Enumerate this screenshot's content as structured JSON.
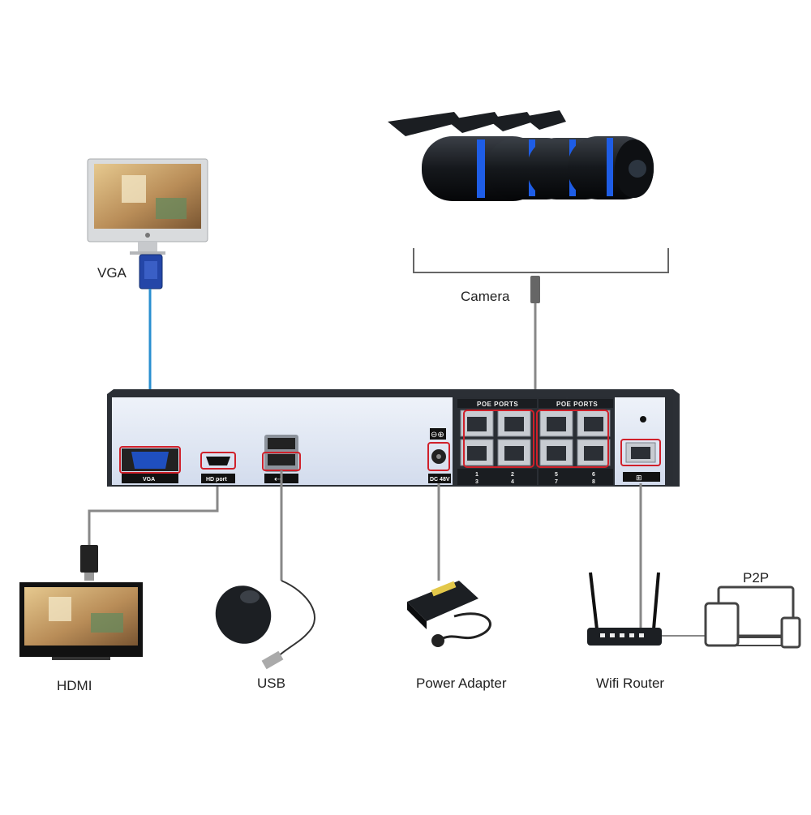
{
  "labels": {
    "vga": "VGA",
    "camera": "Camera",
    "hdmi": "HDMI",
    "usb": "USB",
    "power_adapter": "Power Adapter",
    "wifi_router": "Wifi Router",
    "p2p": "P2P"
  },
  "nvr": {
    "vga_port_label": "VGA",
    "hdmi_port_label": "HD port",
    "dc_label": "DC 48V",
    "poe_group_1": "POE PORTS",
    "poe_group_2": "POE PORTS",
    "port_numbers_top": [
      "1",
      "2",
      "5",
      "6"
    ],
    "port_numbers_bottom": [
      "3",
      "4",
      "7",
      "8"
    ]
  },
  "colors": {
    "highlight": "#d0202a",
    "vga_cable": "#2a8fd0",
    "panel": "#dfe7f3",
    "chassis": "#2b2f35"
  }
}
